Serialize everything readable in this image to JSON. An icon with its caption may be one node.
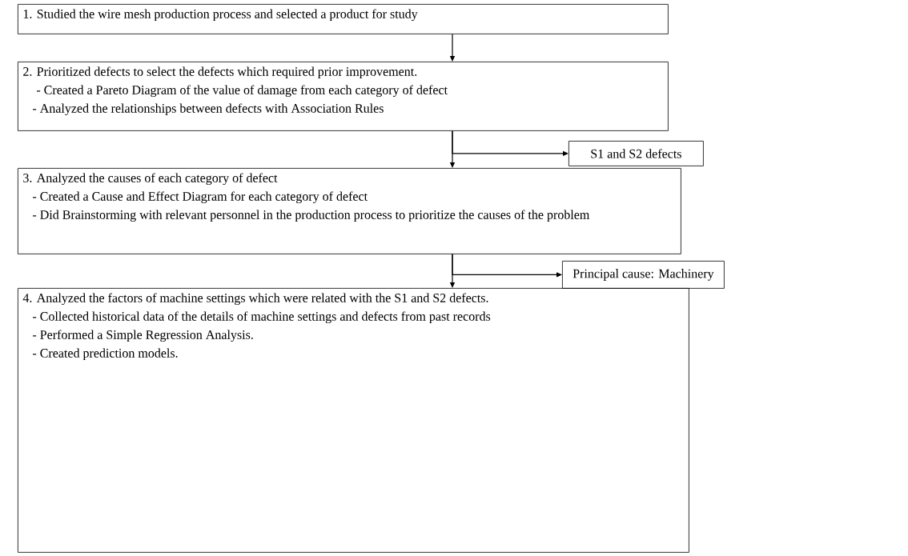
{
  "diagram": {
    "nodes": [
      {
        "text": [
          "1. Studied the wire mesh production process and selected a product for study"
        ]
      },
      {
        "text": [
          "2. Prioritized defects to select the defects which required prior improvement.",
          "- Created a Pareto Diagram of the value of damage from each category of defect",
          "- Analyzed the relationships between defects with Association Rules"
        ]
      },
      {
        "text": [
          "S1 and S2 defects"
        ]
      },
      {
        "text": [
          "3. Analyzed the causes of each category of defect",
          "- Created a Cause and Effect Diagram for each category of defect",
          "- Did Brainstorming with relevant personnel in the production process to prioritize the causes of the problem"
        ]
      },
      {
        "text": [
          "Principal cause: Machinery"
        ]
      },
      {
        "text": [
          "4.  Analyzed the factors of machine settings which were related with the S1 and S2 defects.",
          "- Collected historical data of the details of machine settings and defects from past records",
          "- Performed a Simple Regression Analysis.",
          "- Created prediction models."
        ]
      }
    ],
    "edges": [
      {
        "from": 0,
        "to": 1,
        "arrow": "to"
      },
      {
        "from": 1,
        "to": 3,
        "arrow": "to"
      },
      {
        "from": 1,
        "to": 2,
        "arrow": "to"
      },
      {
        "from": 3,
        "to": 5,
        "arrow": "to"
      },
      {
        "from": 3,
        "to": 4,
        "arrow": "to"
      }
    ]
  }
}
